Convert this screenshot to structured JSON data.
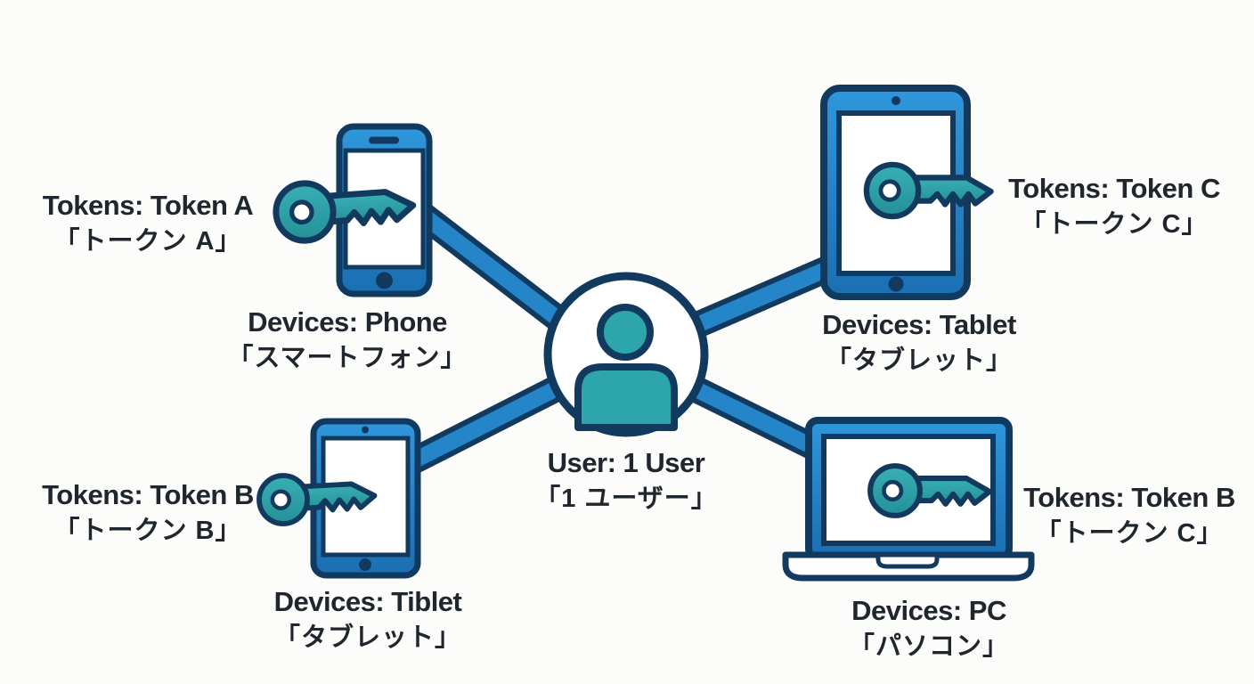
{
  "background": "#fcfcfa",
  "colors": {
    "device_blue_light": "#2f97dc",
    "device_blue_dark": "#1a6fb2",
    "connector_blue": "#2486c8",
    "outline_navy": "#123a5f",
    "key_teal_light": "#38b0b4",
    "key_teal_dark": "#249098",
    "text": "#20262e",
    "screen_white": "#ffffff"
  },
  "center": {
    "icon": "user-icon",
    "line1": "User: 1 User",
    "line2": "「1 ユーザー」"
  },
  "nodes": {
    "phone": {
      "icon": "smartphone-icon",
      "key_icon": "key-icon",
      "token_line1": "Tokens: Token A",
      "token_line2": "「トークン A」",
      "device_line1": "Devices: Phone",
      "device_line2": "「スマートフォン」"
    },
    "tablet_top_right": {
      "icon": "tablet-icon",
      "key_icon": "key-icon",
      "token_line1": "Tokens: Token C",
      "token_line2": "「トークン C」",
      "device_line1": "Devices: Tablet",
      "device_line2": "「タブレット」"
    },
    "tablet_bottom_left": {
      "icon": "tablet-icon",
      "key_icon": "key-icon",
      "token_line1": "Tokens: Token B",
      "token_line2": "「トークン B」",
      "device_line1": "Devices: Tiblet",
      "device_line2": "「タブレット」"
    },
    "pc": {
      "icon": "laptop-icon",
      "key_icon": "key-icon",
      "token_line1": "Tokens: Token B",
      "token_line2": "「トークン C」",
      "device_line1": "Devices: PC",
      "device_line2": "「パソコン」"
    }
  }
}
